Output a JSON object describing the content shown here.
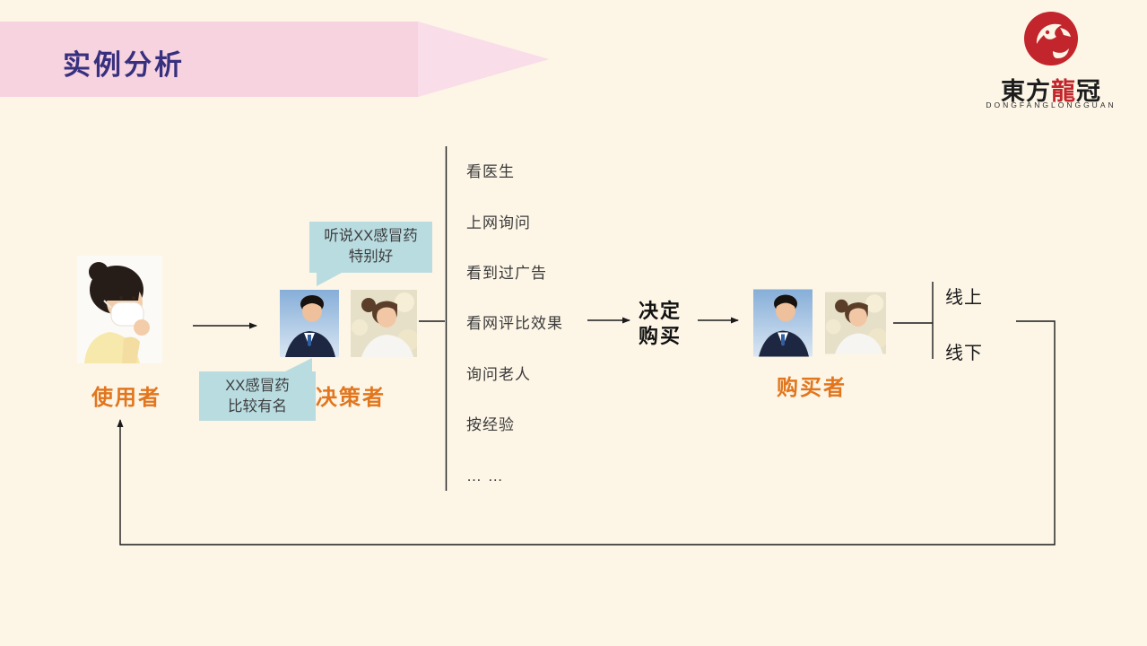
{
  "title": "实例分析",
  "logo": {
    "cn_left": "東方",
    "cn_red": "龍",
    "cn_right": "冠",
    "latin": "DONGFANGLONGGUAN"
  },
  "flow": {
    "user_label": "使用者",
    "decider_label": "决策者",
    "buyer_label": "购买者",
    "bubble_top": "听说XX感冒药\n特别好",
    "bubble_bottom": "XX感冒药\n比较有名",
    "channels": [
      "看医生",
      "上网询问",
      "看到过广告",
      "看网评比效果",
      "询问老人",
      "按经验",
      "… …"
    ],
    "decision": "决定\n购买",
    "online": "线上",
    "offline": "线下"
  },
  "colors": {
    "background": "#FDF6E7",
    "banner_pink": "#F7D2DF",
    "banner_tip_pink": "#F9DEE9",
    "title_indigo": "#37307F",
    "role_orange": "#E2761E",
    "bubble_blue": "#B9DCE1",
    "logo_red": "#C2252B",
    "line_dark": "#1A1A1A"
  }
}
